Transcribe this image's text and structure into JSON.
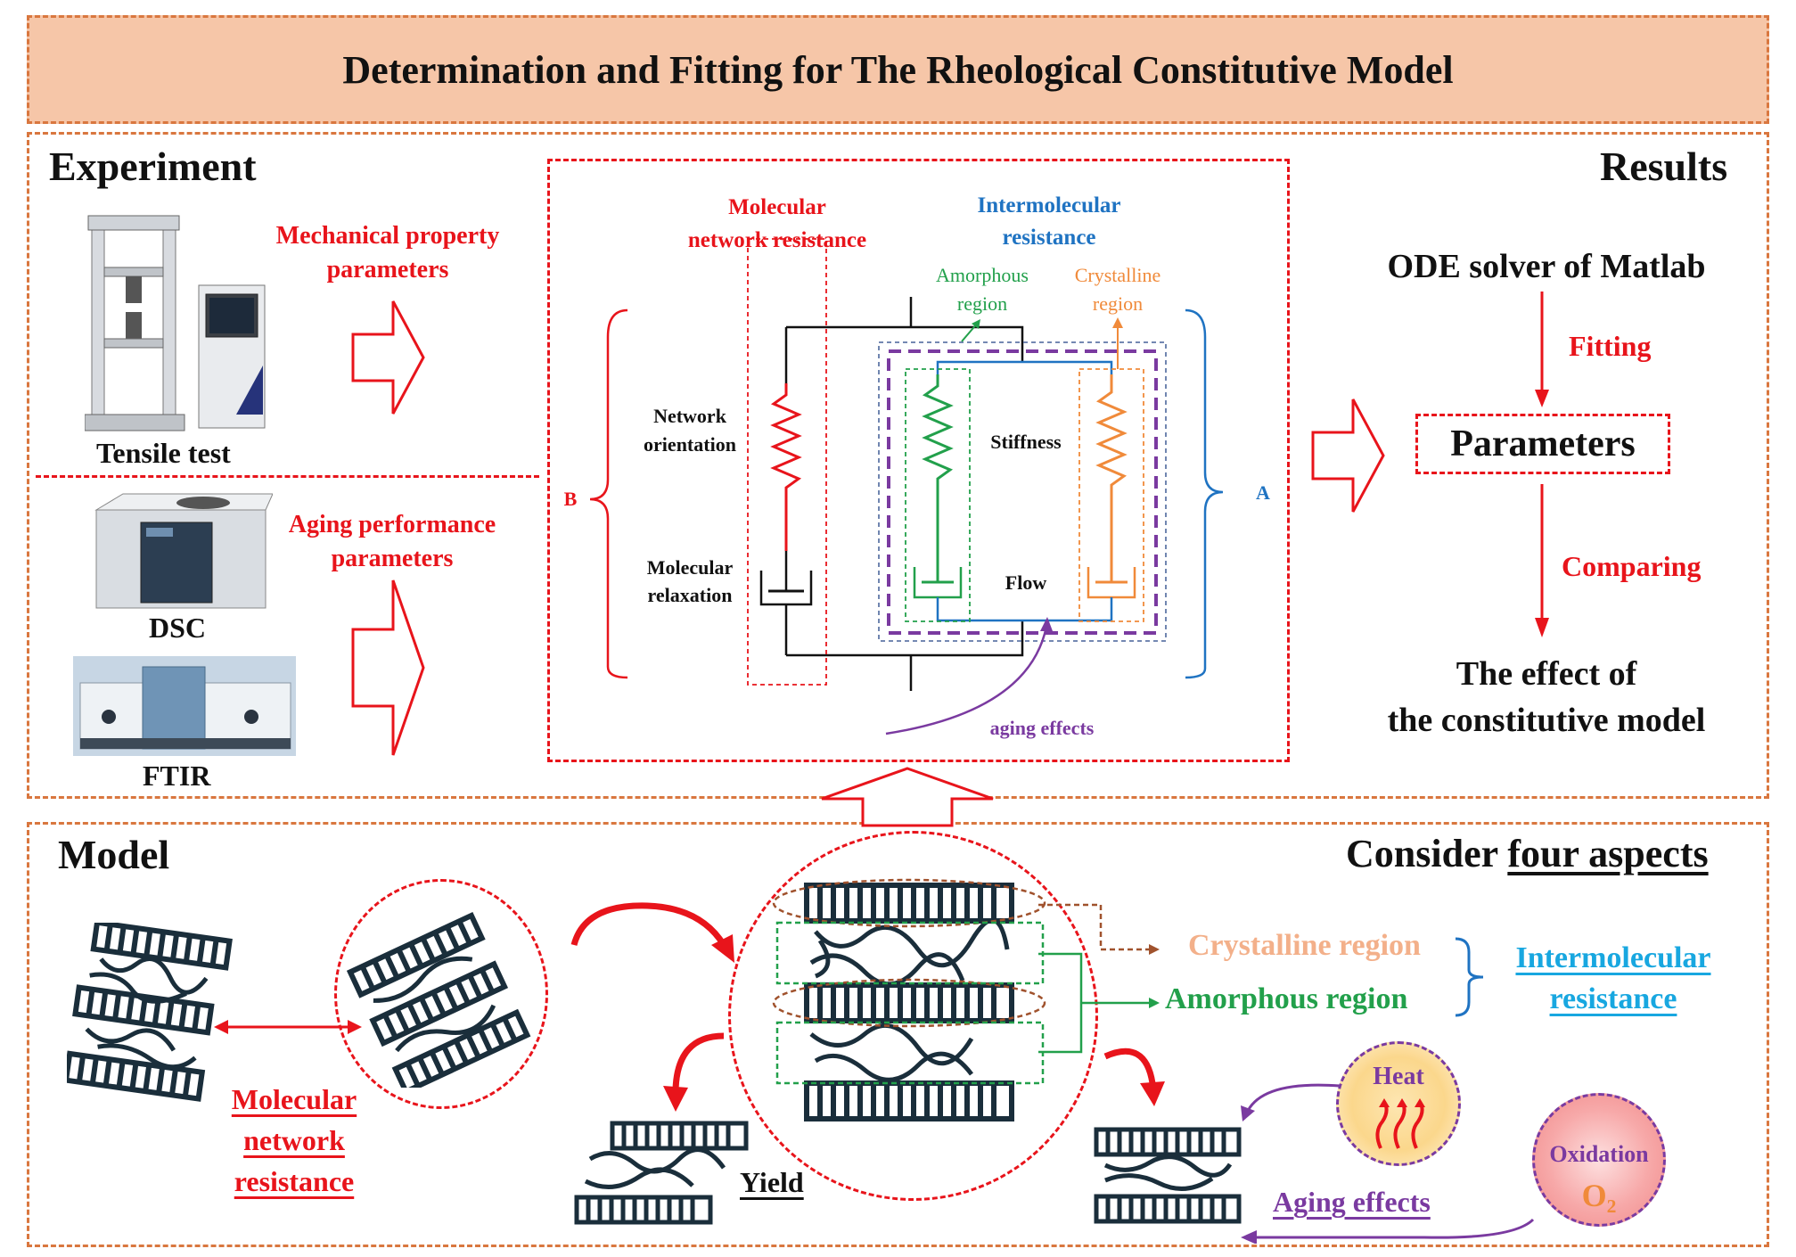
{
  "title": "Determination and Fitting for The Rheological Constitutive Model",
  "experiment": {
    "heading": "Experiment",
    "tensile_label": "Tensile test",
    "mech_params": [
      "Mechanical property",
      "parameters"
    ],
    "aging_params": [
      "Aging performance",
      "parameters"
    ],
    "dsc_label": "DSC",
    "ftir_label": "FTIR"
  },
  "schematic": {
    "molecular_network": [
      "Molecular",
      "network resistance"
    ],
    "intermolecular": [
      "Intermolecular",
      "resistance"
    ],
    "amorphous": [
      "Amorphous",
      "region"
    ],
    "crystalline": [
      "Crystalline",
      "region"
    ],
    "network_orientation": [
      "Network",
      "orientation"
    ],
    "molecular_relaxation": [
      "Molecular",
      "relaxation"
    ],
    "stiffness": "Stiffness",
    "flow": "Flow",
    "aging_effects": "aging effects",
    "brace_b": "B",
    "brace_a": "A"
  },
  "results": {
    "heading": "Results",
    "ode": "ODE solver of Matlab",
    "fitting": "Fitting",
    "parameters": "Parameters",
    "comparing": "Comparing",
    "effect": [
      "The effect of",
      "the constitutive model"
    ]
  },
  "model": {
    "heading": "Model",
    "consider_prefix": "Consider ",
    "consider_emph": "four aspects",
    "crystalline_region": "Crystalline region",
    "amorphous_region": "Amorphous region",
    "intermolecular": [
      "Intermolecular",
      "resistance"
    ],
    "molecular_network": [
      "Molecular",
      "network",
      "resistance"
    ],
    "yield": "Yield",
    "heat": "Heat",
    "oxidation": "Oxidation",
    "o2": "O₂",
    "aging_effects": "Aging effects"
  },
  "colors": {
    "border_orange": "#d9773f",
    "title_fill": "#f6c6a8",
    "red": "#e8141b",
    "blue": "#1f73c2",
    "green": "#22a04b",
    "orange": "#f08a3a",
    "purple": "#7a3aa0",
    "cyan": "#18a7e0",
    "navy": "#1a2e3b"
  }
}
